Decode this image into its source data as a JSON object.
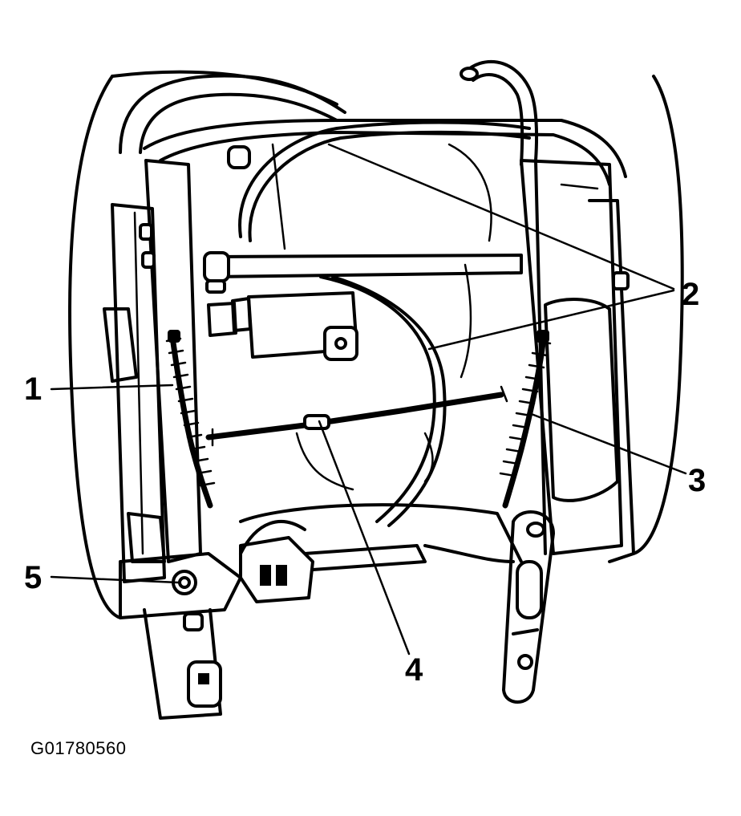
{
  "figure": {
    "id": "G01780560"
  },
  "callouts": [
    {
      "label": "1"
    },
    {
      "label": "2"
    },
    {
      "label": "3"
    },
    {
      "label": "4"
    },
    {
      "label": "5"
    }
  ],
  "colors": {
    "ink": "#000000",
    "paper": "#ffffff"
  }
}
